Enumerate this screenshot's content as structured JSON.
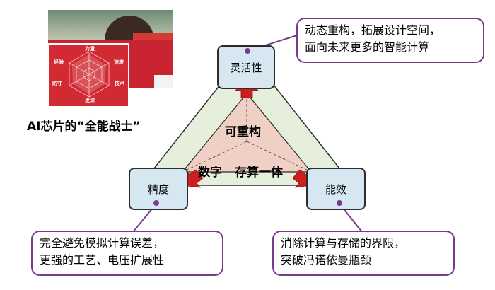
{
  "photo": {
    "radar_labels": {
      "top": "力量",
      "top_left": "经验",
      "top_right": "速度",
      "left": "防守",
      "right": "技术",
      "bottom": "发球"
    }
  },
  "left_caption": "AI芯片的“全能战士”",
  "nodes": {
    "top": "灵活性",
    "left": "精度",
    "right": "能效"
  },
  "triangle": {
    "center_label": "可重构",
    "left_label": "数字",
    "right_label": "存算一体"
  },
  "callouts": {
    "top_right": [
      "动态重构，拓展设计空间，",
      "面向未来更多的智能计算"
    ],
    "bottom_left": [
      "完全避免模拟计算误差，",
      "更强的工艺、电压扩展性"
    ],
    "bottom_right": [
      "消除计算与存储的界限，",
      "突破冯诺依曼瓶颈"
    ]
  },
  "colors": {
    "outer_band": "#e6efdc",
    "inner_triangle": "#f0cfc5",
    "arrow": "#cc1f1f",
    "node_fill": "#d6e7f2",
    "callout_border": "#7a3a8c",
    "radar_panel": "#d22a33"
  }
}
